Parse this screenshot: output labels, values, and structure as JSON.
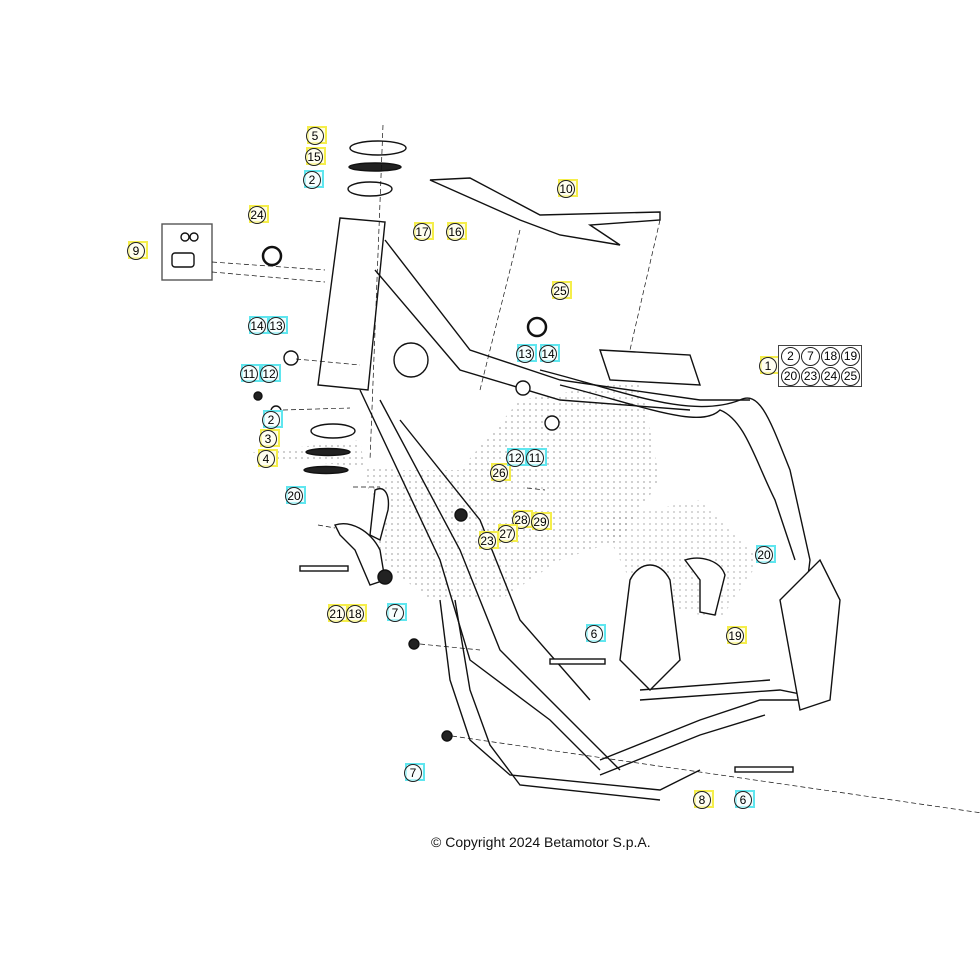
{
  "diagram": {
    "callouts": [
      {
        "label": "5",
        "color": "yellow"
      },
      {
        "label": "15",
        "color": "yellow"
      },
      {
        "label": "2",
        "color": "cyan"
      },
      {
        "label": "24",
        "color": "yellow"
      },
      {
        "label": "9",
        "color": "yellow"
      },
      {
        "label": "17",
        "color": "yellow"
      },
      {
        "label": "16",
        "color": "yellow"
      },
      {
        "label": "10",
        "color": "yellow"
      },
      {
        "label": "25",
        "color": "yellow"
      },
      {
        "label": "14",
        "color": "cyan"
      },
      {
        "label": "13",
        "color": "cyan"
      },
      {
        "label": "11",
        "color": "cyan"
      },
      {
        "label": "12",
        "color": "cyan"
      },
      {
        "label": "13",
        "color": "cyan"
      },
      {
        "label": "14",
        "color": "cyan"
      },
      {
        "label": "2",
        "color": "cyan"
      },
      {
        "label": "3",
        "color": "yellow"
      },
      {
        "label": "4",
        "color": "yellow"
      },
      {
        "label": "26",
        "color": "yellow"
      },
      {
        "label": "12",
        "color": "cyan"
      },
      {
        "label": "11",
        "color": "cyan"
      },
      {
        "label": "20",
        "color": "cyan"
      },
      {
        "label": "28",
        "color": "yellow"
      },
      {
        "label": "29",
        "color": "yellow"
      },
      {
        "label": "27",
        "color": "yellow"
      },
      {
        "label": "23",
        "color": "yellow"
      },
      {
        "label": "21",
        "color": "yellow"
      },
      {
        "label": "18",
        "color": "yellow"
      },
      {
        "label": "7",
        "color": "cyan"
      },
      {
        "label": "6",
        "color": "cyan"
      },
      {
        "label": "20",
        "color": "cyan"
      },
      {
        "label": "19",
        "color": "yellow"
      },
      {
        "label": "7",
        "color": "cyan"
      },
      {
        "label": "8",
        "color": "yellow"
      },
      {
        "label": "6",
        "color": "cyan"
      },
      {
        "label": "1",
        "color": "yellow"
      }
    ],
    "kit_items": [
      "2",
      "7",
      "18",
      "19",
      "20",
      "23",
      "24",
      "25"
    ],
    "colors": {
      "yellow": "#f5ee4a",
      "cyan": "#5fe6ef"
    }
  },
  "copyright": "© Copyright 2024 Betamotor S.p.A."
}
